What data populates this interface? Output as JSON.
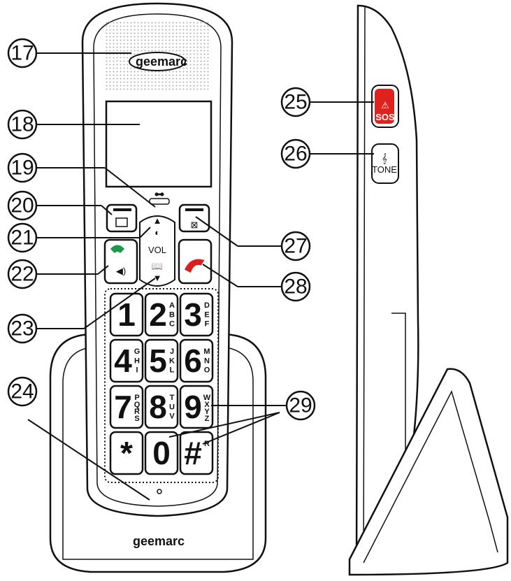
{
  "brand": "geemarc",
  "callouts": [
    "17",
    "18",
    "19",
    "20",
    "21",
    "22",
    "23",
    "24",
    "25",
    "26",
    "27",
    "28",
    "29"
  ],
  "keys": [
    {
      "digit": "1",
      "sub": ""
    },
    {
      "digit": "2",
      "sub": "ABC"
    },
    {
      "digit": "3",
      "sub": "DEF"
    },
    {
      "digit": "4",
      "sub": "GHI"
    },
    {
      "digit": "5",
      "sub": "JKL"
    },
    {
      "digit": "6",
      "sub": "MNO"
    },
    {
      "digit": "7",
      "sub": "PQRS"
    },
    {
      "digit": "8",
      "sub": "TUV"
    },
    {
      "digit": "9",
      "sub": "WXYZ"
    },
    {
      "digit": "*",
      "sub": ""
    },
    {
      "digit": "0",
      "sub": ""
    },
    {
      "digit": "#",
      "sub": "R"
    }
  ],
  "vol_label": "VOL",
  "sos_label": "SOS",
  "tone_label": "TONE",
  "colors": {
    "call": "#1a9a4a",
    "hangup": "#d81e1e",
    "sos": "#e0221f",
    "outline": "#111111"
  }
}
